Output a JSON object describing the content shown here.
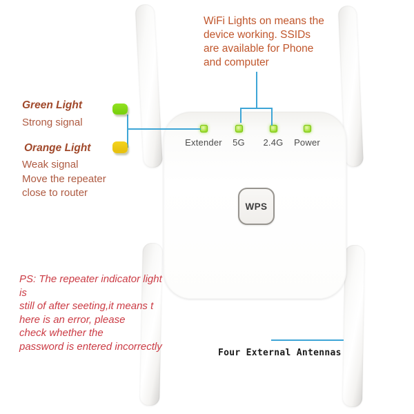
{
  "colors": {
    "callout_blue": "#3da5d6",
    "note_orange": "#c0562c",
    "left_title": "#a0482a",
    "left_text": "#ae5a41",
    "ps_red": "#cb3b44",
    "led_green": "#9cdc2e",
    "swatch_green": "#7bd20e",
    "swatch_orange": "#e8c20e"
  },
  "wifi_note": {
    "lines": [
      "WiFi Lights on means the",
      "device working. SSIDs",
      "are available for Phone",
      "and computer"
    ]
  },
  "green_light": {
    "title": "Green Light",
    "lines": [
      "Strong signal"
    ]
  },
  "orange_light": {
    "title": "Orange Light",
    "lines": [
      "Weak signal",
      "Move the repeater",
      "close to router"
    ]
  },
  "ps_note": {
    "lines": [
      "PS: The repeater indicator light is",
      "still of after seeting,it means t",
      "here is an error, please",
      "check whether the",
      "password is entered incorrectly"
    ]
  },
  "device": {
    "led_labels": [
      "Extender",
      "5G",
      "2.4G",
      "Power"
    ],
    "wps_label": "WPS"
  },
  "antennas_caption": "Four External Antennas"
}
